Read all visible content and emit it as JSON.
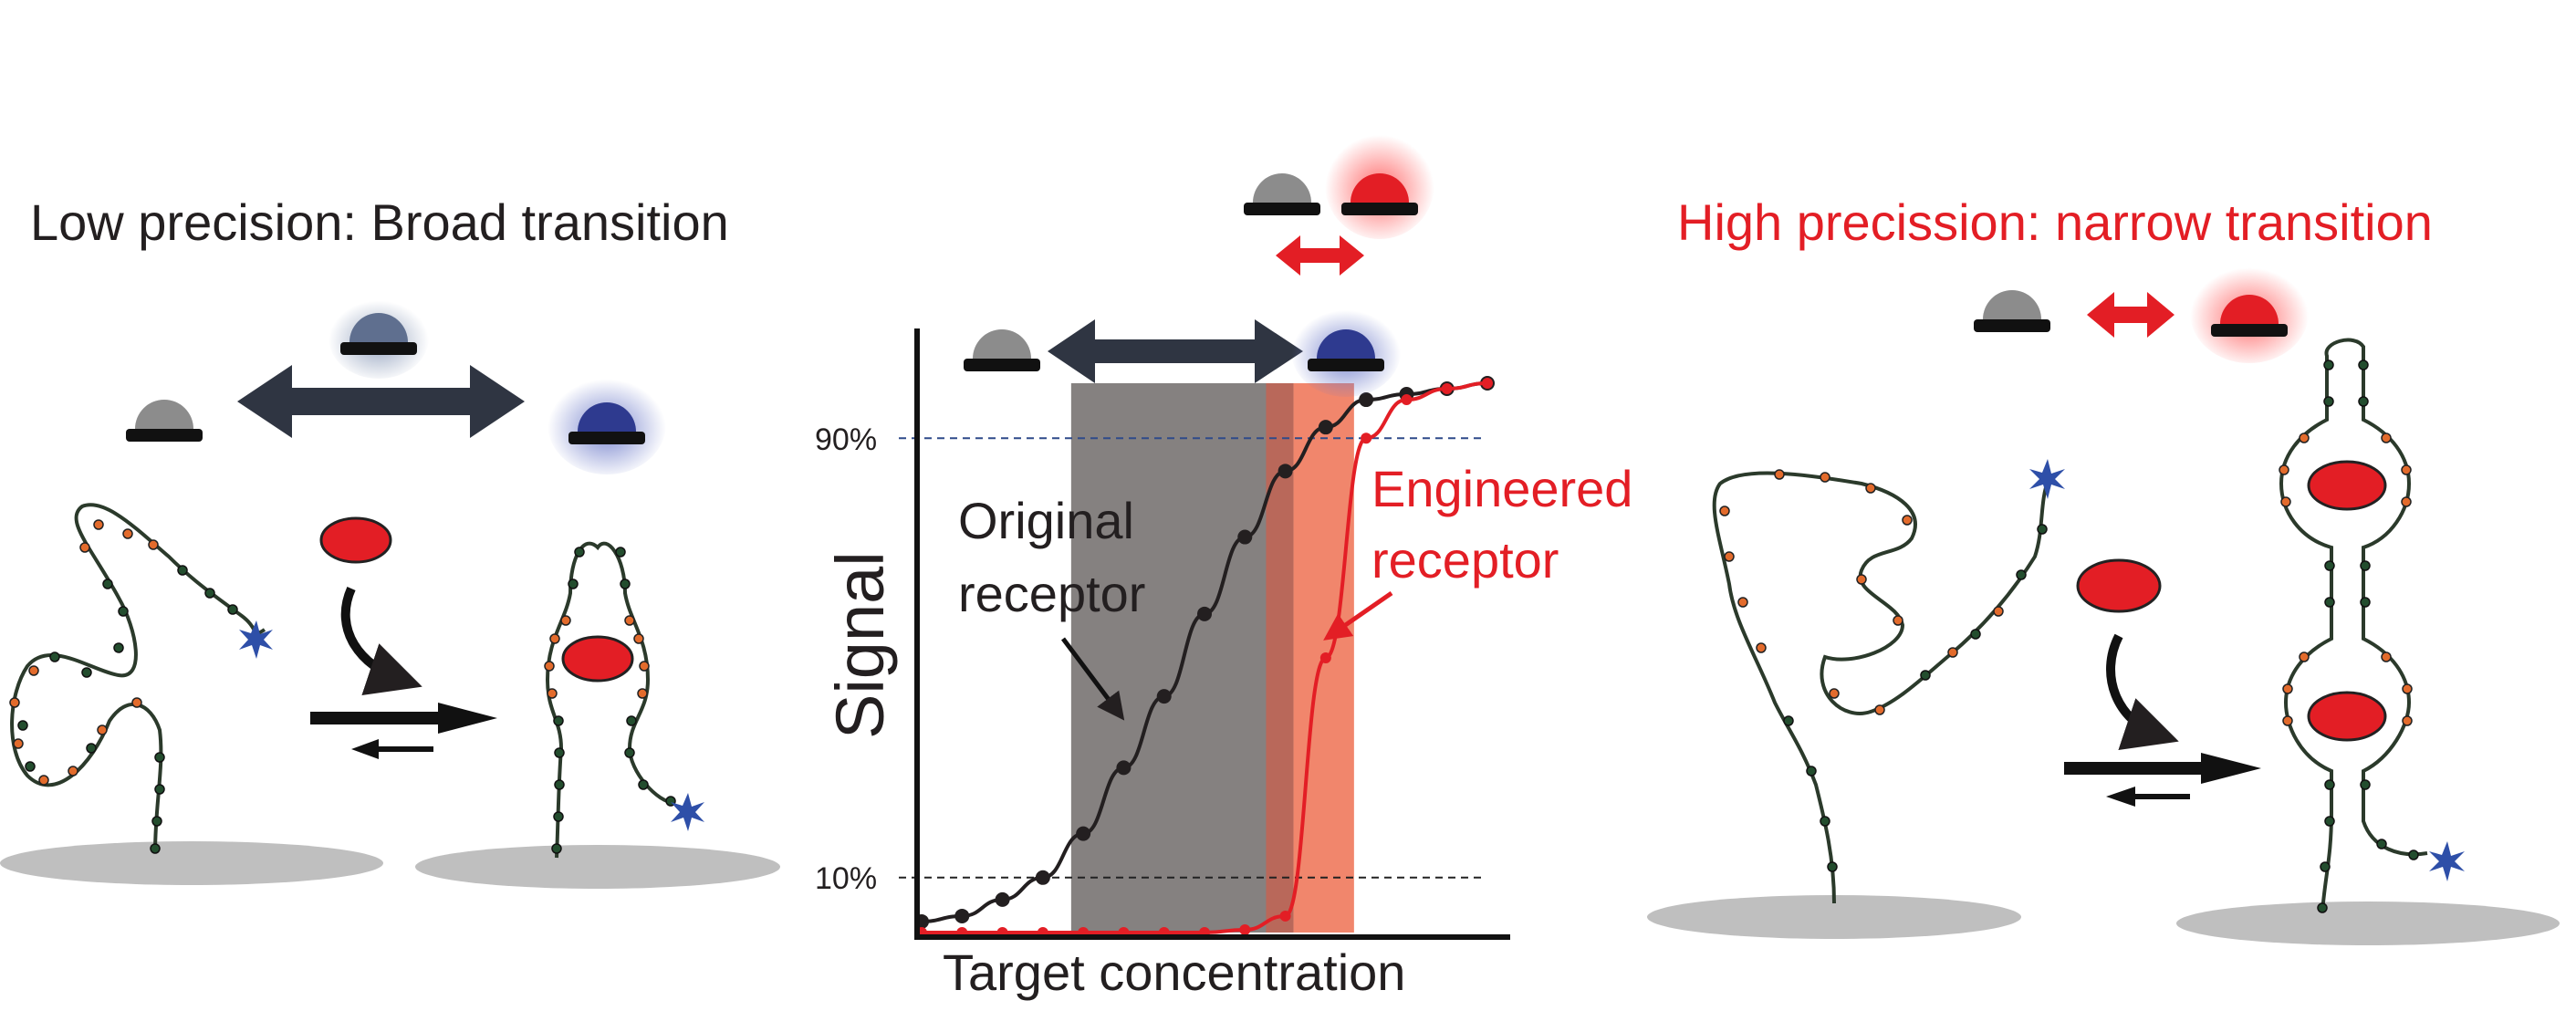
{
  "left_panel": {
    "title": "Low precision: Broad transition"
  },
  "right_panel": {
    "title": "High precission: narrow transition"
  },
  "chart_data": {
    "type": "line",
    "xlabel": "Target concentration",
    "ylabel": "Signal",
    "yticks": [
      "10%",
      "90%"
    ],
    "series": [
      {
        "name": "Original receptor",
        "color": "#231f20",
        "points": [
          [
            0,
            0.02
          ],
          [
            1,
            0.03
          ],
          [
            2,
            0.06
          ],
          [
            3,
            0.1
          ],
          [
            4,
            0.18
          ],
          [
            5,
            0.3
          ],
          [
            6,
            0.43
          ],
          [
            7,
            0.58
          ],
          [
            8,
            0.72
          ],
          [
            9,
            0.84
          ],
          [
            10,
            0.92
          ],
          [
            11,
            0.97
          ],
          [
            12,
            0.98
          ],
          [
            13,
            0.99
          ],
          [
            14,
            1.0
          ]
        ]
      },
      {
        "name": "Engineered receptor",
        "color": "#e31e25",
        "points": [
          [
            0,
            0.0
          ],
          [
            1,
            0.0
          ],
          [
            2,
            0.0
          ],
          [
            3,
            0.0
          ],
          [
            4,
            0.0
          ],
          [
            5,
            0.0
          ],
          [
            6,
            0.0
          ],
          [
            7,
            0.0
          ],
          [
            8,
            0.005
          ],
          [
            9,
            0.03
          ],
          [
            10,
            0.5
          ],
          [
            11,
            0.9
          ],
          [
            12,
            0.97
          ],
          [
            13,
            0.99
          ],
          [
            14,
            1.0
          ]
        ]
      }
    ],
    "annotations": [
      "Original receptor",
      "Engineered receptor"
    ],
    "bands": [
      {
        "name": "original-transition",
        "from": 3.7,
        "to": 9.2,
        "color": "#858180"
      },
      {
        "name": "engineered-transition",
        "from": 9.2,
        "to": 10.7,
        "color": "#f1866c"
      }
    ]
  },
  "colors": {
    "black": "#231f20",
    "red": "#e31e25",
    "grey": "#bfbfbf",
    "blue": "#2e3a8f",
    "arrow": "#2f3542"
  }
}
